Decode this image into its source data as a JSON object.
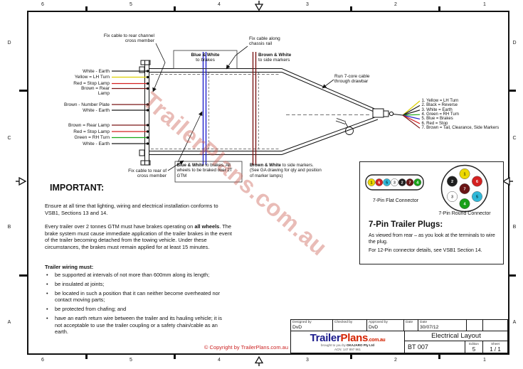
{
  "ruler": {
    "numbers": [
      "6",
      "5",
      "4",
      "3",
      "2",
      "1"
    ],
    "letters": [
      "D",
      "C",
      "B",
      "A"
    ]
  },
  "watermark": "TrailerPlans.com.au",
  "diagram": {
    "callout_rear_channel": "Fix cable to rear channel cross member",
    "callout_chassis_rail": "Fix cable along chassis rail",
    "callout_drawbar": "Run 7-core cable through drawbar",
    "callout_rear_cross": "Fix cable to rear of cross member",
    "brakes_top": {
      "bold": "Blue & White",
      "rest": "to brakes"
    },
    "side_markers_top": {
      "bold": "Brown & White",
      "rest": "to side markers"
    },
    "brakes_bottom": {
      "bold": "Blue & White",
      "rest": " to brakes. All wheels to be braked over 2T GTM"
    },
    "side_markers_bottom": {
      "bold": "Brown & White",
      "rest": " to side markers. (See GA drawing for qty and position of marker lamps)"
    },
    "left_wires": [
      {
        "label": "White - Earth",
        "line_color": "#1a1a1a"
      },
      {
        "label": "Yellow = LH Turn",
        "line_color": "#ddd000"
      },
      {
        "label": "Red = Stop Lamp",
        "line_color": "#d42020"
      },
      {
        "label": "Brown = Rear Lamp",
        "line_color": "#7a1616"
      },
      {
        "label": "Brown - Number Plate",
        "line_color": "#7a1616"
      },
      {
        "label": "White - Earth",
        "line_color": "#1a1a1a"
      },
      {
        "label": "Brown = Rear Lamp",
        "line_color": "#7a1616"
      },
      {
        "label": "Red = Stop Lamp",
        "line_color": "#d42020"
      },
      {
        "label": "Green = RH Turn",
        "line_color": "#18a818"
      },
      {
        "label": "White - Earth",
        "line_color": "#1a1a1a"
      }
    ],
    "pin_wires": [
      {
        "label": "1. Yellow = LH Turn",
        "line_color": "#ddd000"
      },
      {
        "label": "2. Black = Reverse",
        "line_color": "#1a1a1a"
      },
      {
        "label": "3. White = Earth",
        "line_color": "#1a1a1a"
      },
      {
        "label": "4. Green = RH Turn",
        "line_color": "#18a818"
      },
      {
        "label": "5. Blue = Brakes",
        "line_color": "#2020cc"
      },
      {
        "label": "6. Red = Stop",
        "line_color": "#d42020"
      },
      {
        "label": "7. Brown = Tail, Clearance, Side Markers",
        "line_color": "#7a1616"
      }
    ],
    "cable_colors": {
      "brake_blue": "#2020cc",
      "marker_brown": "#7a1616"
    }
  },
  "important": {
    "heading": "IMPORTANT:",
    "para1": "Ensure at all time that lighting, wiring and electrical installation conforms to VSB1, Sections 13 and 14.",
    "para2_pre": "Every trailer over 2 tonnes GTM must have brakes operating on ",
    "para2_bold": "all wheels",
    "para2_post": ". The brake system must cause immediate application of the trailer brakes in the event of the trailer becoming detached from the towing vehicle. Under these circumstances, the brakes must remain applied for at least 15 minutes.",
    "wiring_heading": "Trailer wiring must:",
    "bullets": [
      "be supported at intervals of not more than 600mm along its length;",
      "be insulated at joints;",
      "be located in such a position that it can neither become overheated nor contact moving parts;",
      "be protected from chafing; and",
      "have an earth return wire between the trailer and its hauling vehicle; it is not acceptable to use the trailer coupling or a safety chain/cable as an earth."
    ]
  },
  "plugs": {
    "flat_label": "7-Pin Flat Connector",
    "round_label": "7-Pin Round Connector",
    "heading": "7-Pin Trailer Plugs:",
    "body1": "As viewed from rear – as you look at the terminals to wire the plug.",
    "body2": "For 12-Pin connector details, see VSB1 Section 14.",
    "flat_pins": [
      {
        "num": "1",
        "color": "#ecd800",
        "text_color": "#3a3a00"
      },
      {
        "num": "6",
        "color": "#d42020",
        "text_color": "#ffffff"
      },
      {
        "num": "5",
        "color": "#30b8d8",
        "text_color": "#06303c"
      },
      {
        "num": "3",
        "color": "#ffffff",
        "text_color": "#444444"
      },
      {
        "num": "2",
        "color": "#1e1e1e",
        "text_color": "#ffffff"
      },
      {
        "num": "7",
        "color": "#6a1414",
        "text_color": "#ffffff"
      },
      {
        "num": "4",
        "color": "#18a018",
        "text_color": "#ffffff"
      }
    ],
    "round_pins": [
      {
        "num": "1",
        "color": "#ecd800",
        "text_color": "#3a3a00"
      },
      {
        "num": "2",
        "color": "#1e1e1e",
        "text_color": "#ffffff"
      },
      {
        "num": "6",
        "color": "#d42020",
        "text_color": "#ffffff"
      },
      {
        "num": "3",
        "color": "#ffffff",
        "text_color": "#444444"
      },
      {
        "num": "5",
        "color": "#30b8d8",
        "text_color": "#06303c"
      },
      {
        "num": "4",
        "color": "#18a018",
        "text_color": "#ffffff"
      },
      {
        "num": "7",
        "color": "#6a1414",
        "text_color": "#ffffff"
      }
    ]
  },
  "copyright": "© Copyright by TrailerPlans.com.au",
  "titleblock": {
    "cells": [
      {
        "header": "Designed by",
        "value": "DvD"
      },
      {
        "header": "Checked by",
        "value": ""
      },
      {
        "header": "Approved by",
        "value": "DvD"
      },
      {
        "header": "Date",
        "value": ""
      },
      {
        "header": "Date",
        "value": "30/07/12"
      },
      {
        "header": "",
        "value": ""
      },
      {
        "header": "",
        "value": ""
      }
    ],
    "logo": {
      "part1": "Trailer",
      "part2": "Plans",
      "part3": ".com.au",
      "tagline_pre": "brought to you by",
      "company": "OKAJARO Pty Ltd",
      "acn": "ACN: 147 897 961",
      "navy": "#1b1b8c",
      "red": "#d42200"
    },
    "drawing_title": "Electrical Layout",
    "doc_number": "BT 007",
    "edition_label": "Edition",
    "edition_value": "5",
    "sheet_label": "Sheet",
    "sheet_value": "1 / 1"
  }
}
